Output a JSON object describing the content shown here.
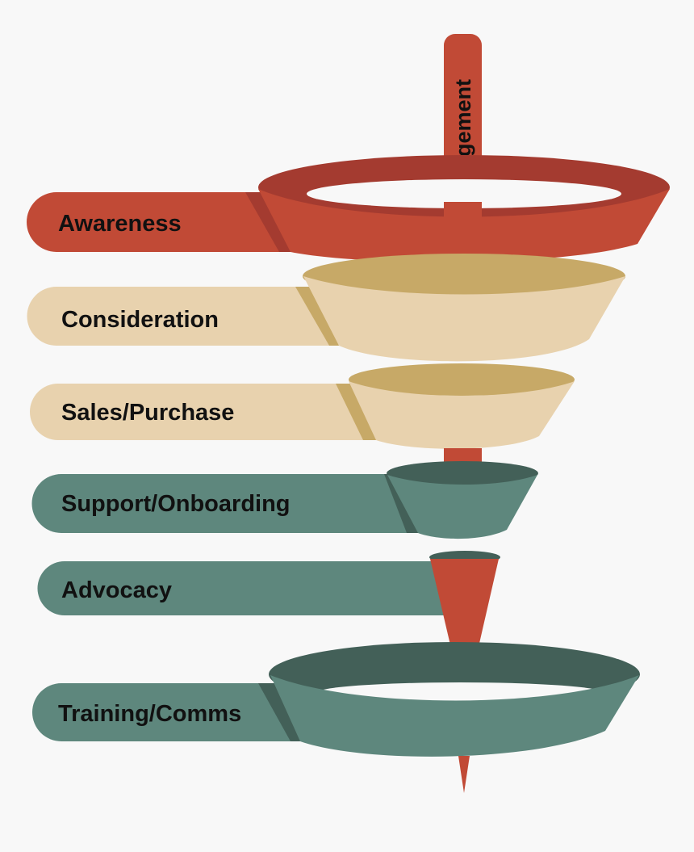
{
  "diagram": {
    "axis_label": "Engagement",
    "stages": [
      {
        "label": "Awareness",
        "color": "#c14a36",
        "shade": "#a43b30"
      },
      {
        "label": "Consideration",
        "color": "#e8d2ae",
        "shade": "#c7a967"
      },
      {
        "label": "Sales/Purchase",
        "color": "#e8d2ae",
        "shade": "#c7a967"
      },
      {
        "label": "Support/Onboarding",
        "color": "#5e877d",
        "shade": "#436058"
      },
      {
        "label": "Advocacy",
        "color": "#5e877d",
        "shade": "#436058"
      },
      {
        "label": "Training/Comms",
        "color": "#5e877d",
        "shade": "#436058"
      }
    ],
    "arrow_color": "#c14a36"
  }
}
